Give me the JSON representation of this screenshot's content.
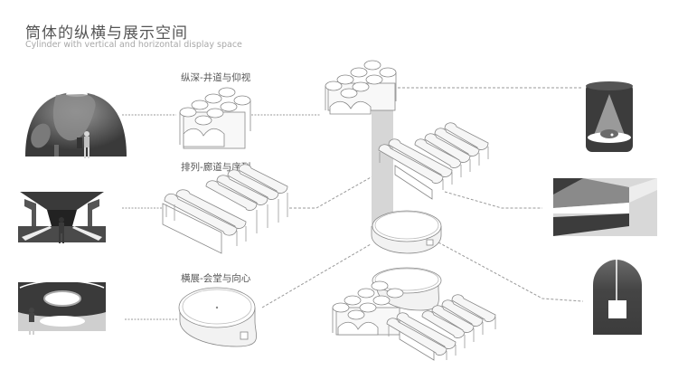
{
  "header": {
    "title_zh": "筒体的纵横与展示空间",
    "title_en": "Cylinder with vertical and horizontal display space"
  },
  "categories": [
    {
      "id": "vertical",
      "label": "纵深-井道与仰视",
      "module": "cylinder-cluster",
      "render": "dome-interior-with-figure"
    },
    {
      "id": "arrangement",
      "label": "排列-廊道与序列",
      "module": "vault-row",
      "render": "arched-corridor-with-figure"
    },
    {
      "id": "horizontal",
      "label": "横展-会堂与向心",
      "module": "round-hall",
      "render": "oculus-hall-with-figure"
    }
  ],
  "right_sections": [
    {
      "id": "vertical-section",
      "icon": "cylinder-light-cone-icon"
    },
    {
      "id": "arrangement-section",
      "icon": "corridor-perspective-icon"
    },
    {
      "id": "horizontal-section",
      "icon": "arch-opening-icon"
    }
  ],
  "colors": {
    "dark": "#3c3c3c",
    "mid": "#8a8a8a",
    "light": "#cfcfcf",
    "column": "#d6d6d6",
    "line": "#888888"
  }
}
